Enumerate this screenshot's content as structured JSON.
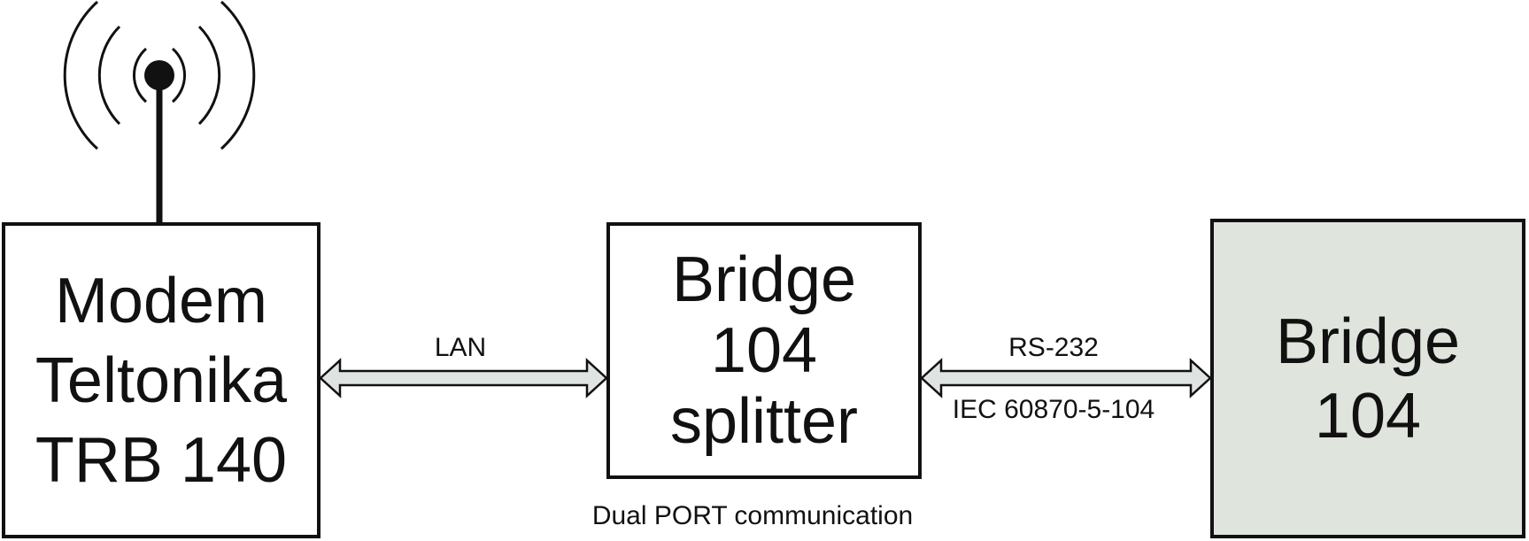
{
  "modem": {
    "lines": [
      "Modem",
      "Teltonika",
      "TRB 140"
    ]
  },
  "splitter": {
    "lines": [
      "Bridge",
      "104",
      "splitter"
    ]
  },
  "bridge": {
    "lines": [
      "Bridge",
      "104"
    ],
    "fill_color": "#dfe4dc"
  },
  "links": {
    "lan_label": "LAN",
    "serial_label_top": "RS-232",
    "serial_label_bottom": "IEC 60870-5-104"
  },
  "caption": "Dual PORT communication",
  "colors": {
    "stroke": "#111111",
    "arrow_fill": "#dfe4e2"
  },
  "icons": {
    "antenna": "antenna-icon"
  }
}
